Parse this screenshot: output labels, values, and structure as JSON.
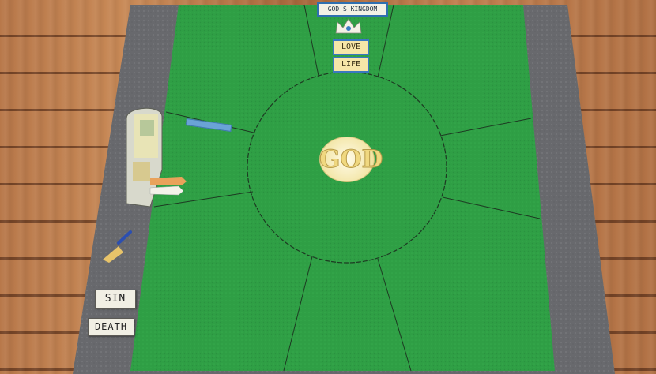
{
  "labels": {
    "kingdom": "GOD'S KINGDOM",
    "love": "LOVE",
    "life": "LIFE",
    "god": "GOD",
    "sin": "SIN",
    "death": "DEATH"
  },
  "colors": {
    "felt_green": "#2e9e43",
    "carpet_gray": "#6d6e72",
    "floor_wood": "#b8784a",
    "card_border_blue": "#3a78c0",
    "card_fill_yellow": "#f6e6a8"
  },
  "icons": [
    "crown-icon",
    "ark-figure-icon",
    "candle-lighter-icon"
  ]
}
